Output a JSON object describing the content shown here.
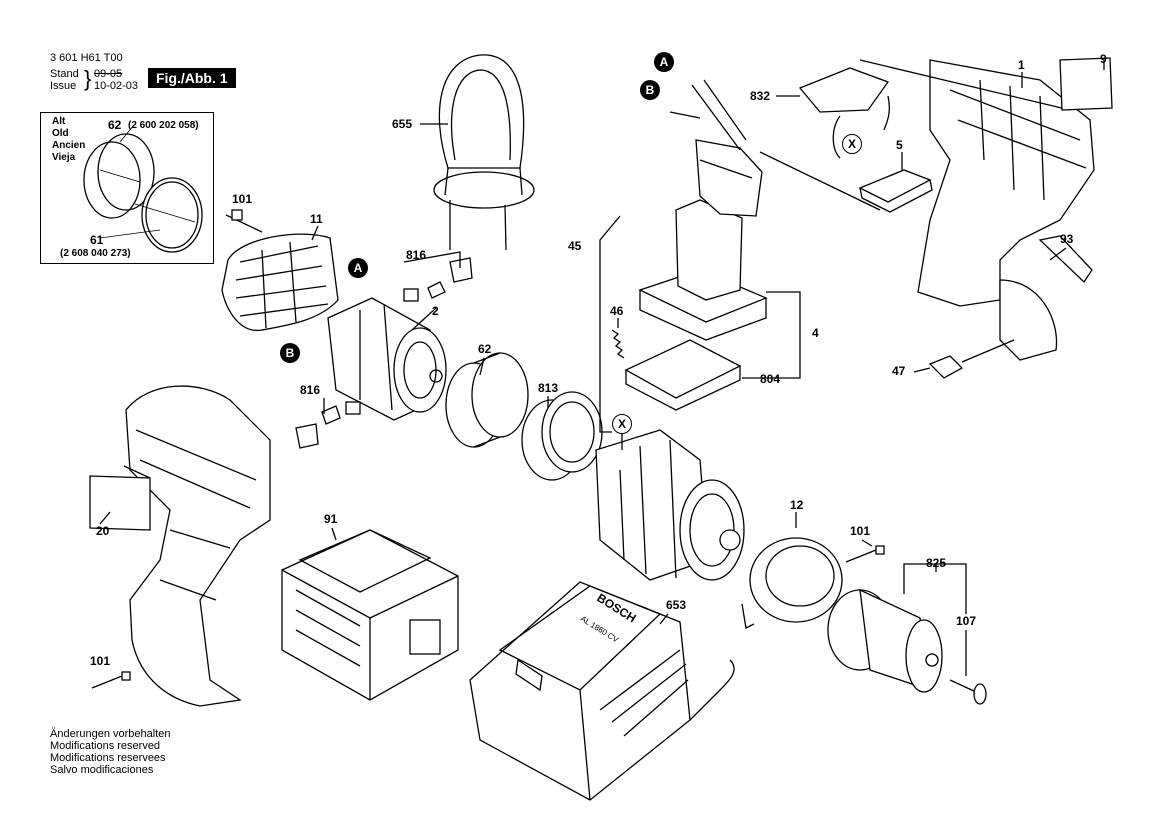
{
  "header": {
    "doc_number": "3 601 H61 T00",
    "stand_label": "Stand",
    "stand_value": "09-05",
    "issue_label": "Issue",
    "issue_value": "10-02-03",
    "figure": "Fig./Abb. 1"
  },
  "old_box": {
    "languages": [
      "Alt",
      "Old",
      "Ancien",
      "Vieja"
    ],
    "part_62": "62",
    "part_62_num": "(2 600 202 058)",
    "part_61": "61",
    "part_61_num": "(2 608 040 273)"
  },
  "parts": {
    "p655": "655",
    "p832": "832",
    "p1": "1",
    "p9": "9",
    "p5": "5",
    "p93": "93",
    "p47": "47",
    "p101a": "101",
    "p11": "11",
    "p816a": "816",
    "p2": "2",
    "p62": "62",
    "p816b": "816",
    "p813": "813",
    "p45": "45",
    "p46": "46",
    "p4": "4",
    "p804": "804",
    "p20": "20",
    "p91": "91",
    "p12": "12",
    "p101b": "101",
    "p825": "825",
    "p653": "653",
    "p107": "107",
    "p101c": "101"
  },
  "markers": {
    "a": "A",
    "b": "B",
    "x": "X"
  },
  "charger_text": {
    "brand": "BOSCH",
    "model": "AL 1860 CV"
  },
  "footer": [
    "Änderungen vorbehalten",
    "Modifications reserved",
    "Modifications reservees",
    "Salvo modificaciones"
  ]
}
